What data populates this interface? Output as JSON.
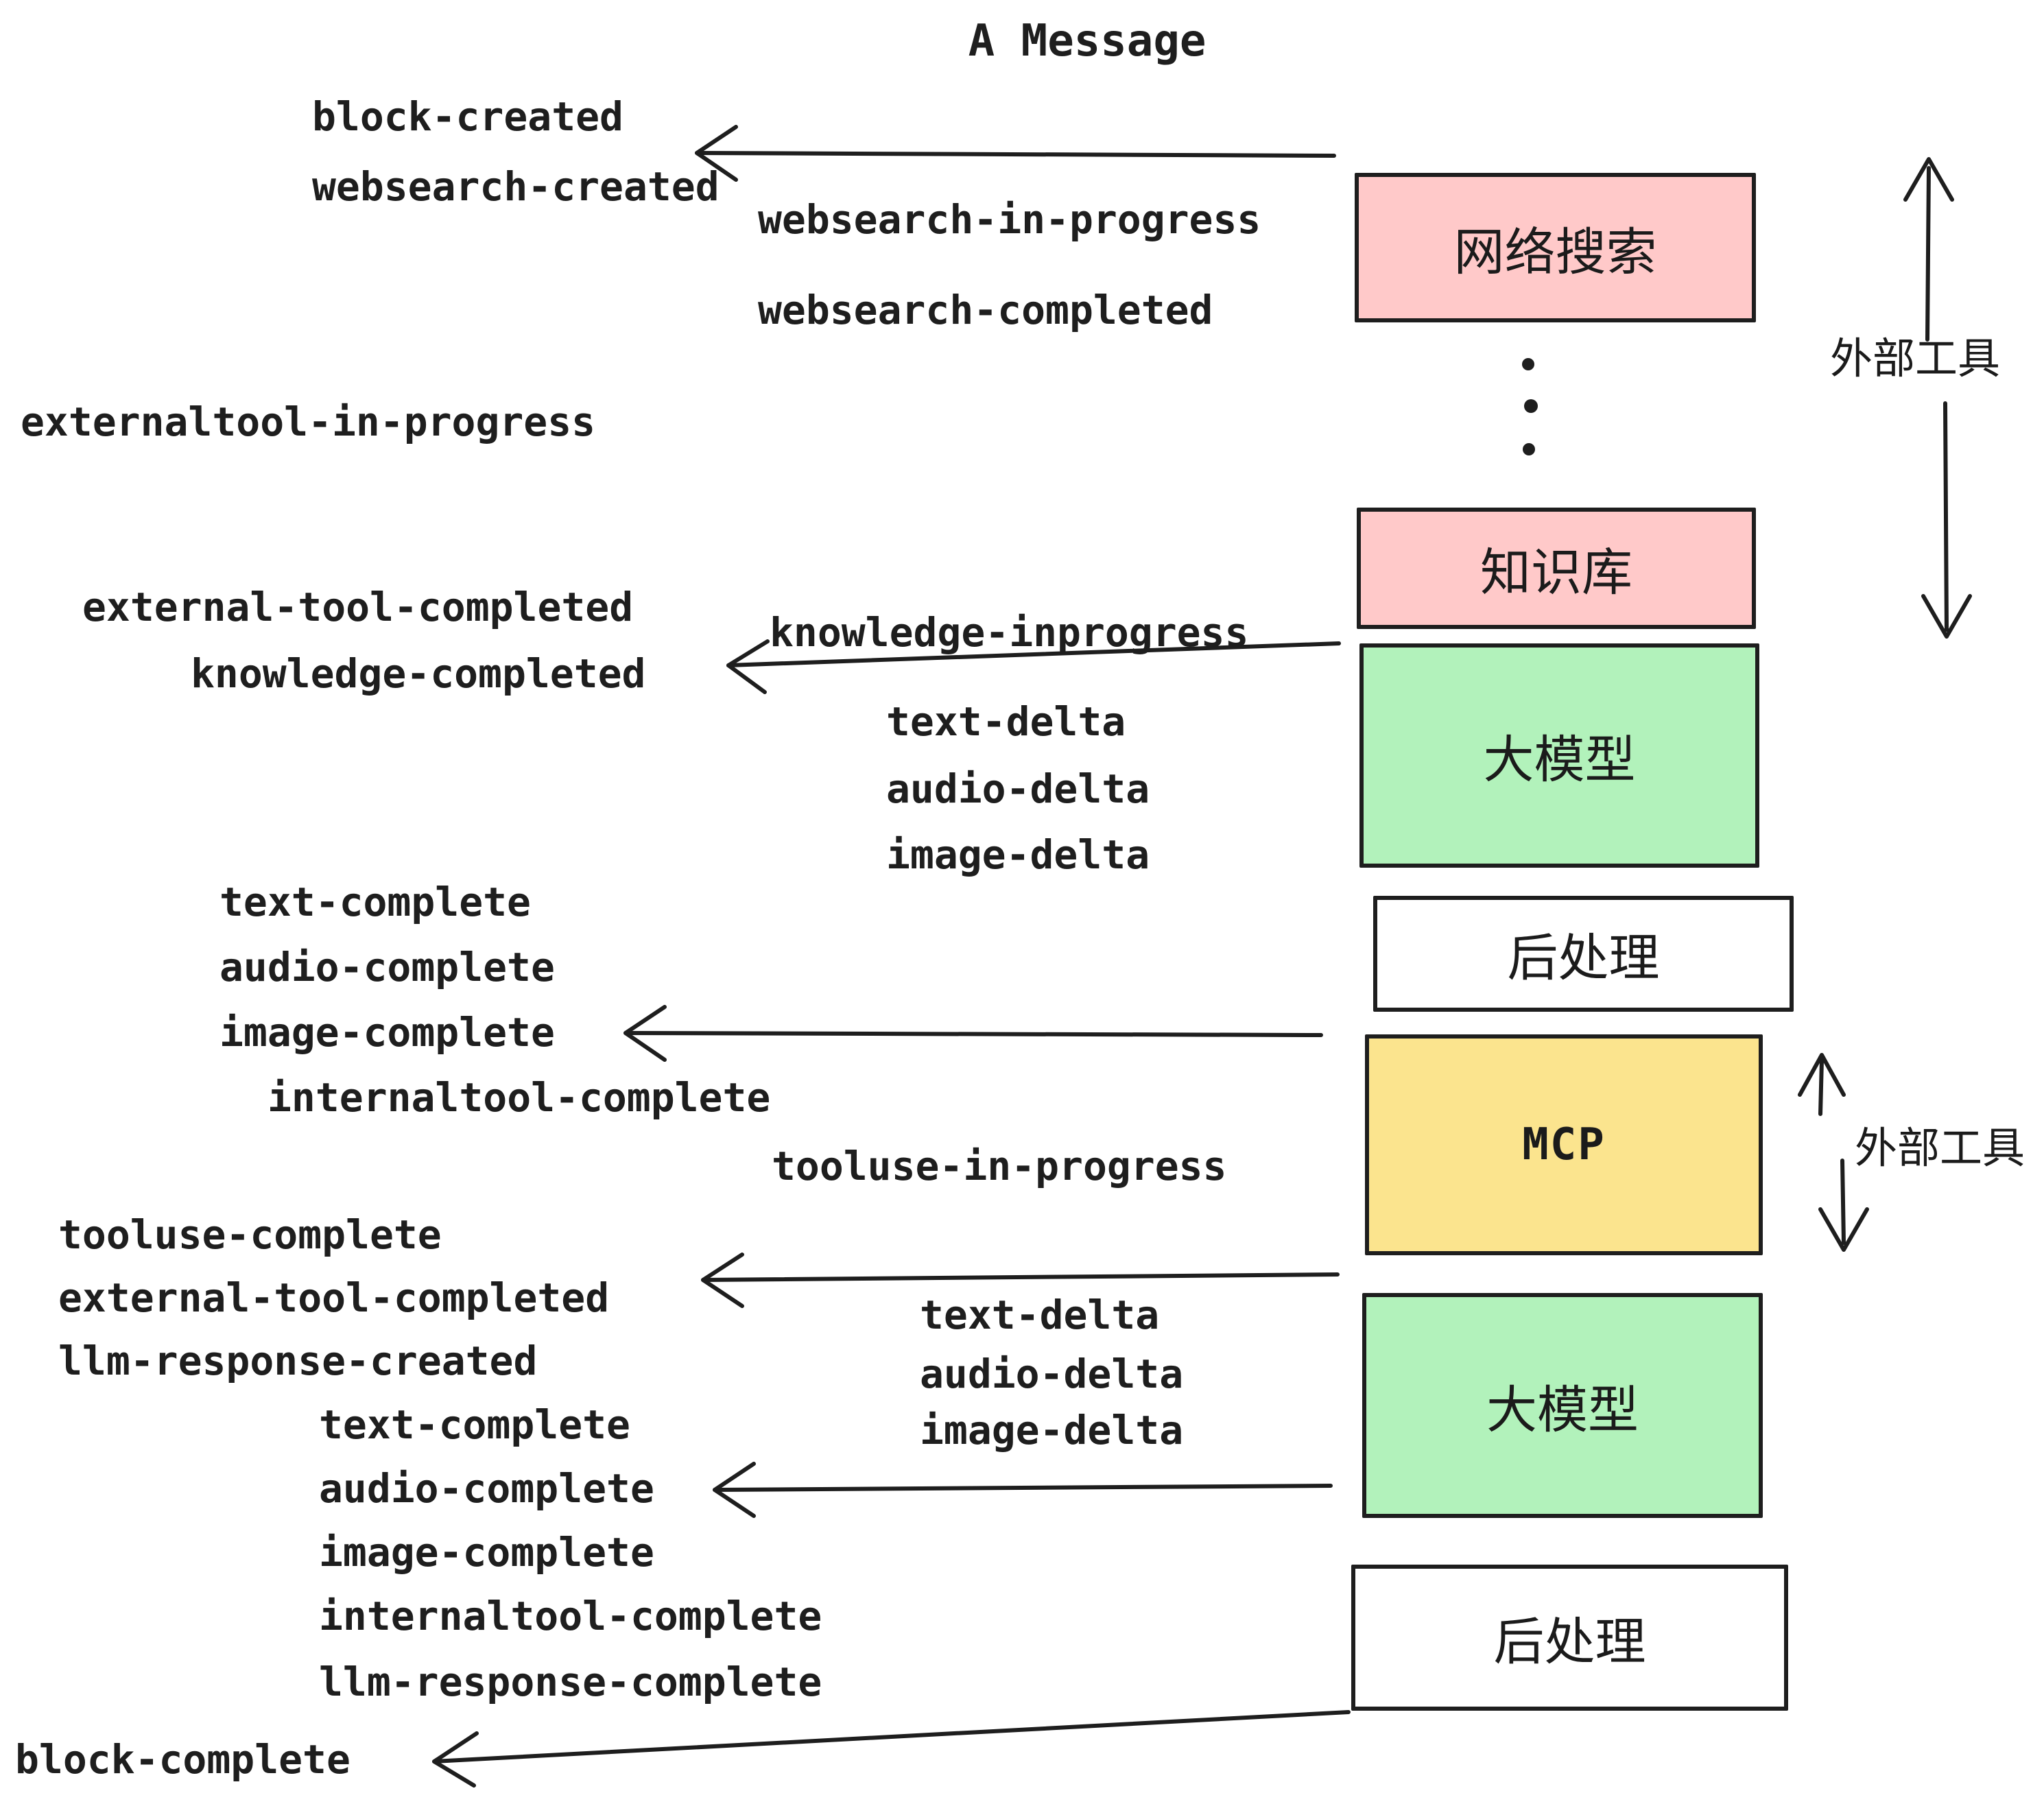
{
  "title": "A Message",
  "colors": {
    "box_pink": "#ffc9c9",
    "box_green": "#b2f2bb",
    "box_yellow": "#fbe48e",
    "box_white": "#ffffff",
    "stroke": "#1e1e1e",
    "background": "#ffffff"
  },
  "boxes": [
    {
      "id": "websearch",
      "label": "网络搜索",
      "fill": "pink"
    },
    {
      "id": "knowledge",
      "label": "知识库",
      "fill": "pink"
    },
    {
      "id": "llm-1",
      "label": "大模型",
      "fill": "green"
    },
    {
      "id": "postprocess-1",
      "label": "后处理",
      "fill": "white"
    },
    {
      "id": "mcp",
      "label": "MCP",
      "fill": "yellow"
    },
    {
      "id": "llm-2",
      "label": "大模型",
      "fill": "green"
    },
    {
      "id": "postprocess-2",
      "label": "后处理",
      "fill": "white"
    }
  ],
  "side_annotations": [
    {
      "label": "外部工具"
    },
    {
      "label": "外部工具"
    }
  ],
  "events": {
    "block_created": "block-created",
    "websearch_created": "websearch-created",
    "websearch_in_progress": "websearch-in-progress",
    "websearch_completed": "websearch-completed",
    "externaltool_in_progress": "externaltool-in-progress",
    "external_tool_completed_1": "external-tool-completed",
    "knowledge_completed": "knowledge-completed",
    "knowledge_inprogress": "knowledge-inprogress",
    "text_delta_1": "text-delta",
    "audio_delta_1": "audio-delta",
    "image_delta_1": "image-delta",
    "text_complete_1": "text-complete",
    "audio_complete_1": "audio-complete",
    "image_complete_1": "image-complete",
    "internaltool_complete_1": "internaltool-complete",
    "tooluse_in_progress": "tooluse-in-progress",
    "tooluse_complete": "tooluse-complete",
    "external_tool_completed_2": "external-tool-completed",
    "llm_response_created": "llm-response-created",
    "text_complete_2": "text-complete",
    "audio_complete_2": "audio-complete",
    "image_complete_2": "image-complete",
    "internaltool_complete_2": "internaltool-complete",
    "llm_response_complete": "llm-response-complete",
    "block_complete": "block-complete"
  }
}
